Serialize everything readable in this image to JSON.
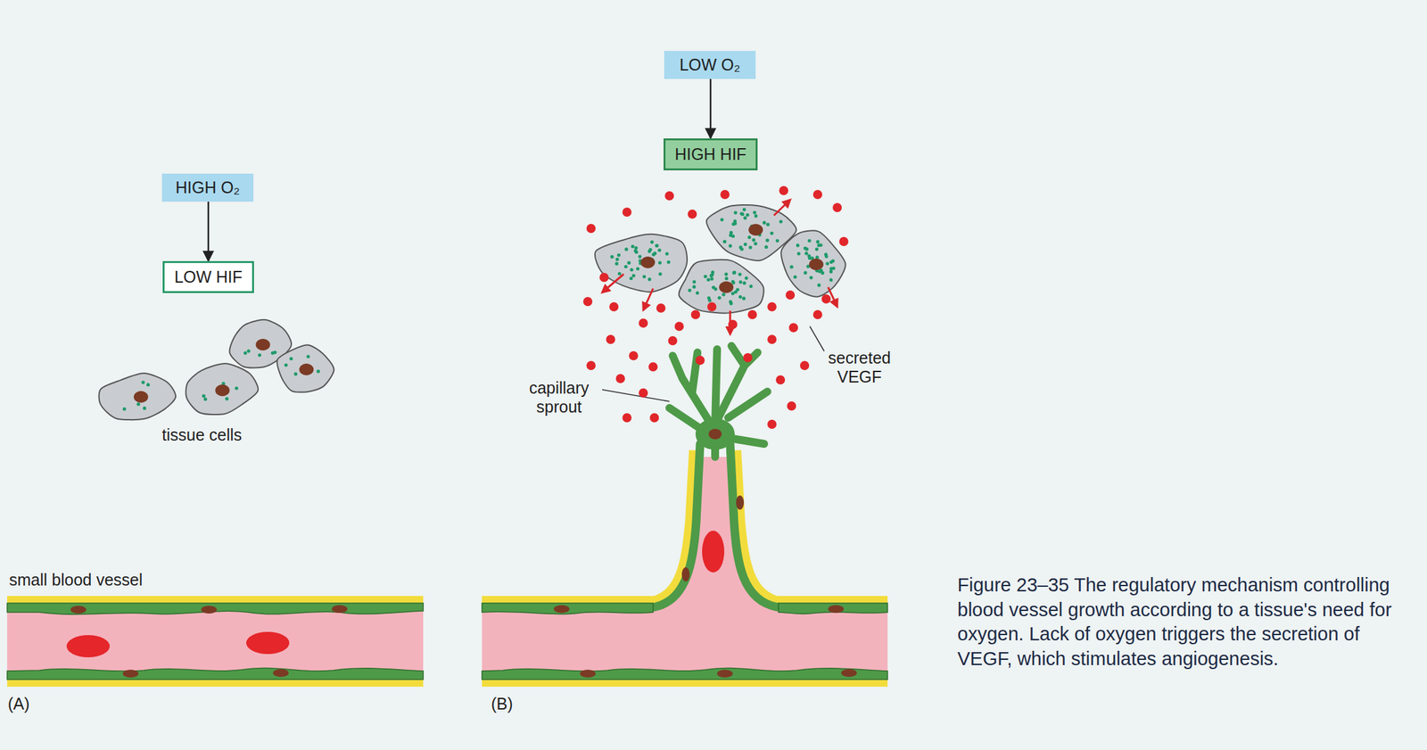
{
  "diagram": {
    "caption": "Figure 23–35 The regulatory mechanism controlling blood vessel growth according to a tissue's need for oxygen. Lack of oxygen triggers the secretion of VEGF, which stimulates angiogenesis.",
    "nodes": [
      {
        "text": [
          "HIGH O₂"
        ]
      },
      {
        "text": [
          "LOW HIF"
        ]
      },
      {
        "text": [
          "LOW O₂"
        ]
      },
      {
        "text": [
          "HIGH HIF"
        ]
      }
    ],
    "edges": [
      {
        "from": 0,
        "to": 1,
        "arrow": "to"
      },
      {
        "from": 2,
        "to": 3,
        "arrow": "to"
      }
    ],
    "labels": [
      "tissue cells",
      "capillary sprout",
      "secreted VEGF",
      "small blood vessel",
      "(A)",
      "(B)"
    ]
  }
}
